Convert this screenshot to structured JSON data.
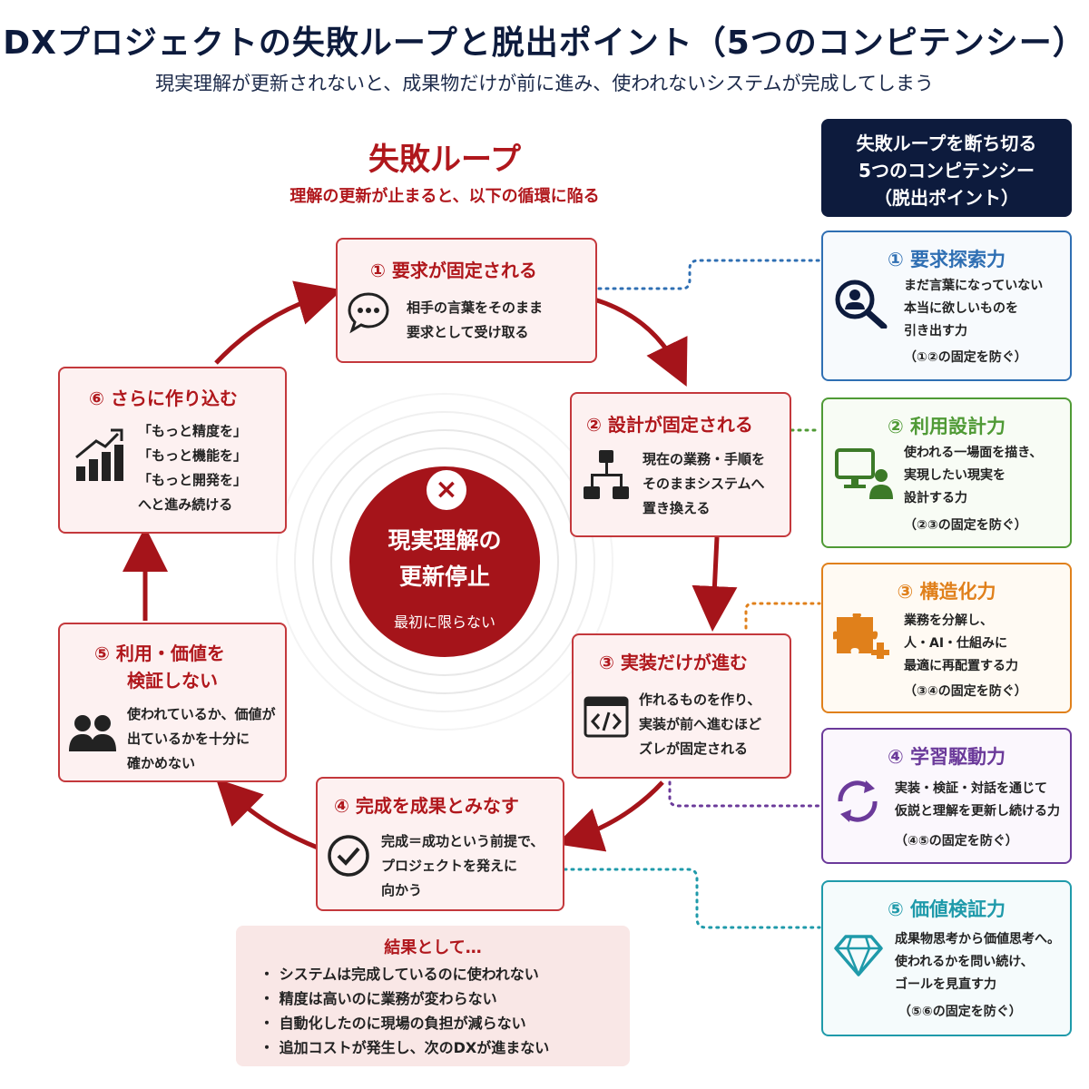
{
  "header": {
    "title": "DXプロジェクトの失敗ループと脱出ポイント（5つのコンピテンシー）",
    "subtitle": "現実理解が更新されないと、成果物だけが前に進み、使われないシステムが完成してしまう"
  },
  "loop": {
    "title": "失敗ループ",
    "subtitle": "理解の更新が止まると、以下の循環に陥る"
  },
  "center": {
    "mark": "×",
    "line1": "現実理解の",
    "line2": "更新停止",
    "sub": "最初に限らない"
  },
  "steps": [
    {
      "title": "① 要求が固定される",
      "lines": [
        "相手の言葉をそのまま",
        "要求として受け取る"
      ],
      "icon": "speech-bubble-icon"
    },
    {
      "title": "② 設計が固定される",
      "lines": [
        "現在の業務・手順を",
        "そのままシステムへ",
        "置き換える"
      ],
      "icon": "flowchart-icon"
    },
    {
      "title": "③ 実装だけが進む",
      "lines": [
        "作れるものを作り、",
        "実装が前へ進むほど",
        "ズレが固定される"
      ],
      "icon": "code-window-icon"
    },
    {
      "title": "④ 完成を成果とみなす",
      "lines": [
        "完成＝成功という前提で、",
        "プロジェクトを発えに",
        "向かう"
      ],
      "icon": "check-circle-icon"
    },
    {
      "title_line1": "⑤ 利用・価値を",
      "title_line2": "検証しない",
      "lines": [
        "使われているか、価値が",
        "出ているかを十分に",
        "確かめない"
      ],
      "icon": "users-icon"
    },
    {
      "title": "⑥ さらに作り込む",
      "lines": [
        "「もっと精度を」",
        "「もっと機能を」",
        "「もっと開発を」",
        "へと進み続ける"
      ],
      "icon": "growth-chart-icon"
    }
  ],
  "result": {
    "title": "結果として…",
    "items": [
      "・ システムは完成しているのに使われない",
      "・ 精度は高いのに業務が変わらない",
      "・ 自動化したのに現場の負担が減らない",
      "・ 追加コストが発生し、次のDXが進まない"
    ]
  },
  "competencies_header": {
    "lines": [
      "失敗ループを断ち切る",
      "5つのコンピテンシー",
      "（脱出ポイント）"
    ]
  },
  "competencies": [
    {
      "title": "① 要求探索力",
      "lines": [
        "まだ言葉になっていない",
        "本当に欲しいものを",
        "引き出す力"
      ],
      "note": "（①②の固定を防ぐ）",
      "color": "#2f6fb3",
      "icon": "magnifier-person-icon"
    },
    {
      "title": "② 利用設計力",
      "lines": [
        "使われる一場面を描き、",
        "実現したい現実を",
        "設計する力"
      ],
      "note": "（②③の固定を防ぐ）",
      "color": "#4f9a35",
      "icon": "monitor-user-icon"
    },
    {
      "title": "③ 構造化力",
      "lines": [
        "業務を分解し、",
        "人・AI・仕組みに",
        "最適に再配置する力"
      ],
      "note": "（③④の固定を防ぐ）",
      "color": "#e0801b",
      "icon": "puzzle-icon"
    },
    {
      "title": "④ 学習駆動力",
      "lines": [
        "実装・検証・対話を通じて",
        "仮説と理解を更新し続ける力"
      ],
      "note": "（④⑤の固定を防ぐ）",
      "color": "#6b3a9a",
      "icon": "cycle-arrows-icon"
    },
    {
      "title": "⑤ 価値検証力",
      "lines": [
        "成果物思考から価値思考へ。",
        "使われるかを問い続け、",
        "ゴールを見直す力"
      ],
      "note": "（⑤⑥の固定を防ぐ）",
      "color": "#1f9aaa",
      "icon": "diamond-icon"
    }
  ]
}
